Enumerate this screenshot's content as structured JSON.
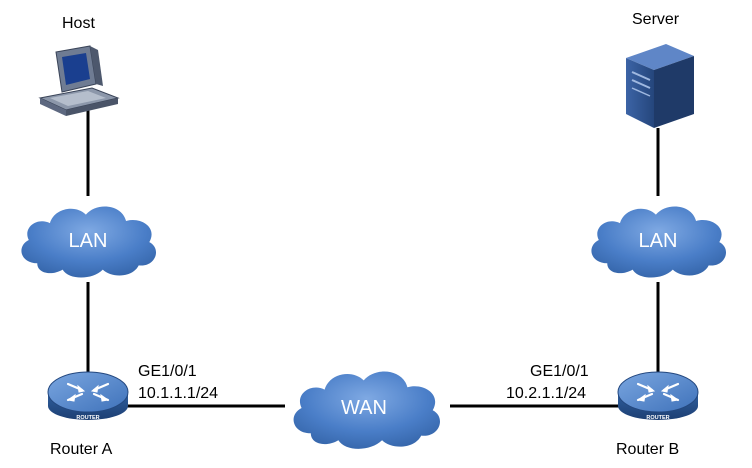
{
  "nodes": {
    "host": {
      "label": "Host",
      "icon": "desktop-computer-icon"
    },
    "server": {
      "label": "Server",
      "icon": "tower-server-icon"
    },
    "lan_left": {
      "label": "LAN",
      "icon": "cloud-icon"
    },
    "lan_right": {
      "label": "LAN",
      "icon": "cloud-icon"
    },
    "wan": {
      "label": "WAN",
      "icon": "cloud-icon"
    },
    "router_a": {
      "label": "Router A",
      "badge": "ROUTER",
      "icon": "router-icon"
    },
    "router_b": {
      "label": "Router B",
      "badge": "ROUTER",
      "icon": "router-icon"
    }
  },
  "interfaces": {
    "router_a": {
      "name": "GE1/0/1",
      "ip": "10.1.1.1/24"
    },
    "router_b": {
      "name": "GE1/0/1",
      "ip": "10.2.1.1/24"
    }
  },
  "links": [
    {
      "from": "host",
      "to": "lan_left"
    },
    {
      "from": "lan_left",
      "to": "router_a"
    },
    {
      "from": "router_a",
      "to": "wan"
    },
    {
      "from": "wan",
      "to": "router_b"
    },
    {
      "from": "router_b",
      "to": "lan_right"
    },
    {
      "from": "lan_right",
      "to": "server"
    }
  ],
  "colors": {
    "cloud": "#4a7ec8",
    "router": "#2f5f9e",
    "router_top": "#5b8ed1",
    "link": "#000000",
    "server": "#2e4f86",
    "text": "#000000"
  }
}
